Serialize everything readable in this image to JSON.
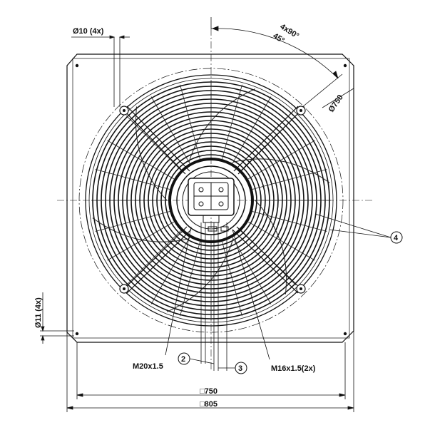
{
  "labels": {
    "hole_dia": "Ø10 (4x)",
    "angle_spacing": "4x90°",
    "angle_offset": "45°",
    "circle_dia": "Ø750",
    "callout4": "4",
    "mount_hole_dia": "Ø11 (4x)",
    "thread_left": "M20x1.5",
    "callout2": "2",
    "callout3": "3",
    "thread_right": "M16x1.5(2x)",
    "dim_inner": "□750",
    "dim_outer": "□805"
  }
}
